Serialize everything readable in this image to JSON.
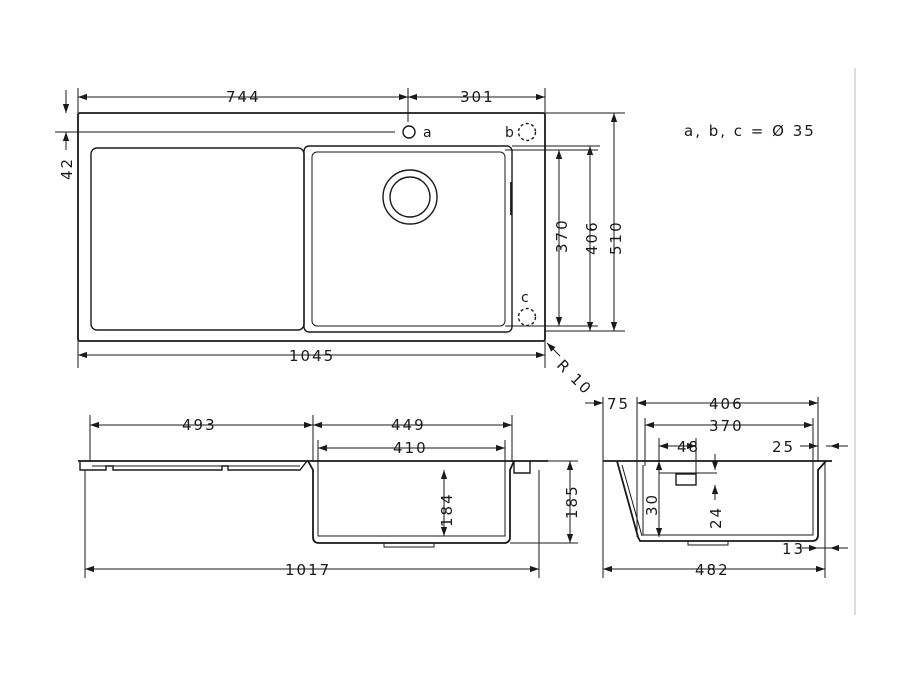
{
  "plan": {
    "width_744": "744",
    "width_301": "301",
    "offset_42": "42",
    "depth_370": "370",
    "depth_406": "406",
    "depth_510": "510",
    "length_1045": "1045",
    "radius": "R 10",
    "hole_a": "a",
    "hole_b": "b",
    "hole_c": "c"
  },
  "legend": {
    "holes": "a, b, c = Ø 35"
  },
  "front": {
    "width_493": "493",
    "width_449": "449",
    "width_410": "410",
    "depth_184": "184",
    "depth_185": "185",
    "length_1017": "1017"
  },
  "side": {
    "offset_75": "75",
    "width_406": "406",
    "width_370": "370",
    "width_48": "48",
    "width_25": "25",
    "depth_30": "30",
    "depth_24": "24",
    "width_13": "13",
    "length_482": "482"
  }
}
